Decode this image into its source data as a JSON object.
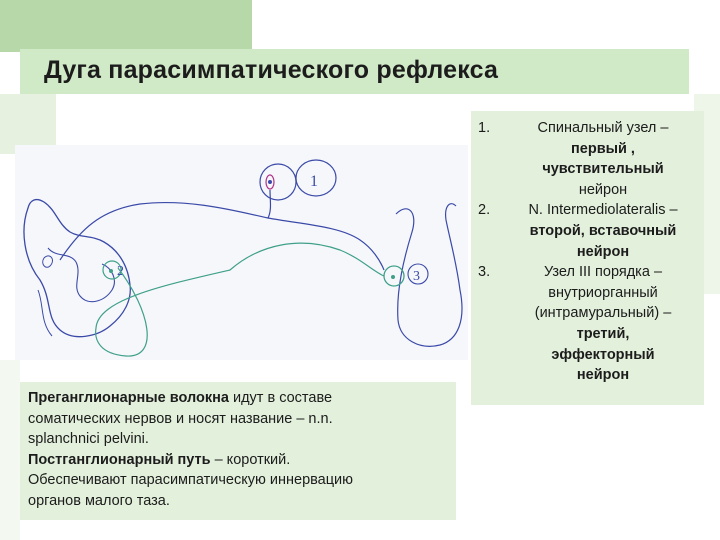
{
  "title": "Дуга парасимпатического рефлекса",
  "diagram": {
    "labels": [
      "1",
      "2",
      "3"
    ]
  },
  "list": {
    "items": [
      {
        "num": "1.",
        "lines": [
          {
            "text": "Спинальный узел –",
            "bold": false
          },
          {
            "text": "первый ,",
            "bold": true
          },
          {
            "text": "чувствительный",
            "bold": true
          },
          {
            "text": "нейрон",
            "bold": false
          }
        ]
      },
      {
        "num": "2.",
        "lines": [
          {
            "text": "N. Intermediolateralis –",
            "bold": false
          },
          {
            "text": "второй, вставочный",
            "bold": true
          },
          {
            "text": "нейрон",
            "bold": true
          }
        ]
      },
      {
        "num": "3.",
        "lines": [
          {
            "text": "Узел III порядка –",
            "bold": false
          },
          {
            "text": "внутриорганный",
            "bold": false
          },
          {
            "text": "(интрамуральный) –",
            "bold": false
          },
          {
            "text": "третий,",
            "bold": true
          },
          {
            "text": "эффекторный",
            "bold": true
          },
          {
            "text": "нейрон",
            "bold": true
          }
        ]
      }
    ]
  },
  "info": {
    "pre_bold": "Преганглионарные волокна",
    "pre_rest": " идут в составе",
    "line2": "соматических нервов и носят название – n.n.",
    "line3": "splanchnici pelvini.",
    "post_bold": "Постганглионарный путь",
    "post_rest": " – короткий.",
    "line5": "Обеспечивают парасимпатическую иннервацию",
    "line6": "органов малого таза."
  },
  "colors": {
    "band": "#b7d9aa",
    "title_band": "#d0e9c6",
    "box": "#e3f0dc",
    "sketch_blue": "#3b4aa8",
    "sketch_green": "#3fa08a"
  }
}
